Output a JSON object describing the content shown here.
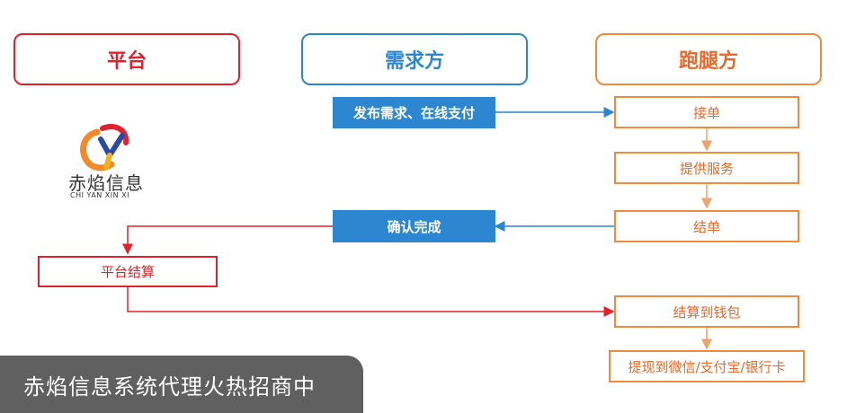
{
  "headers": {
    "platform": "平台",
    "demand": "需求方",
    "runner": "跑腿方"
  },
  "steps": {
    "publish": "发布需求、在线支付",
    "accept": "接单",
    "provide": "提供服务",
    "finish": "结单",
    "confirm": "确认完成",
    "settle": "平台结算",
    "wallet": "结算到钱包",
    "withdraw": "提现到微信/支付宝/银行卡"
  },
  "logo": {
    "name": "赤焰信息",
    "pinyin": "CHI YAN XIN XI"
  },
  "banner": "赤焰信息系统代理火热招商中",
  "colors": {
    "red": "#e3202b",
    "blue": "#2d86d0",
    "orange": "#f08a3c",
    "banner_bg": "#606060"
  }
}
